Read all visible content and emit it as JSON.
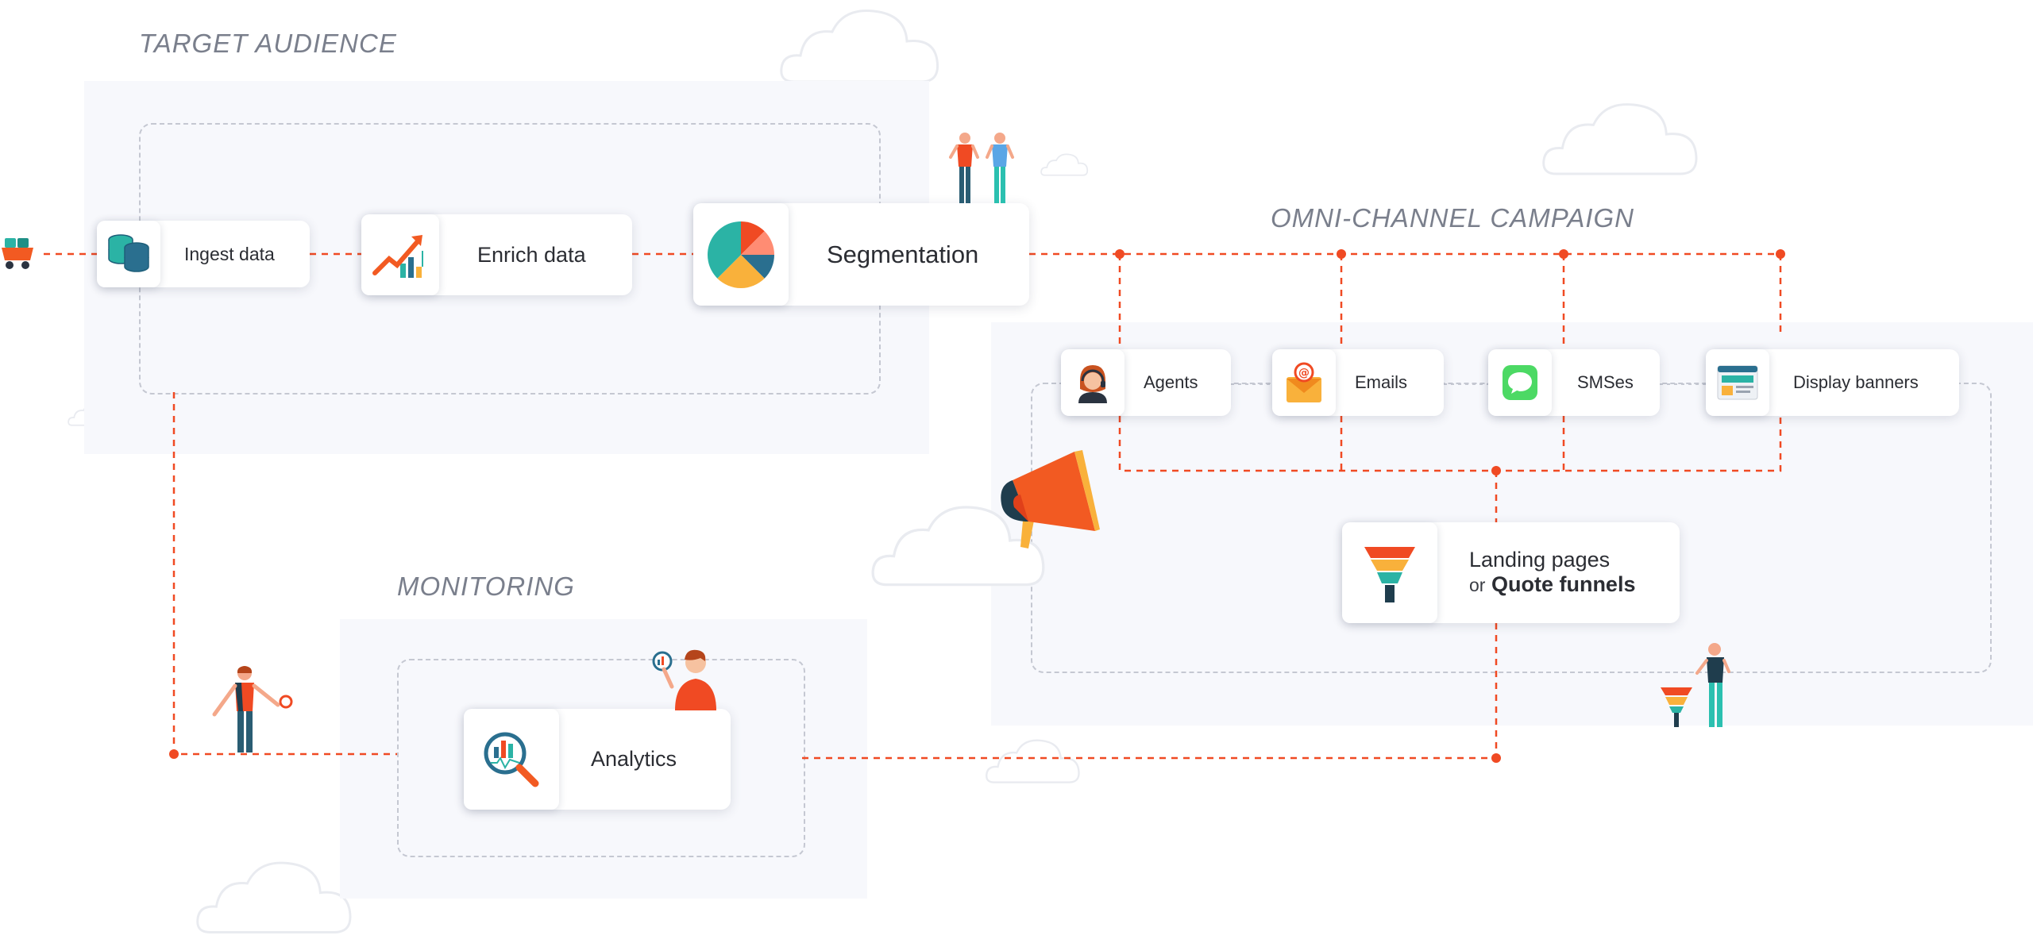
{
  "sections": {
    "target_audience": "TARGET AUDIENCE",
    "omni_channel": "OMNI-CHANNEL CAMPAIGN",
    "monitoring": "MONITORING"
  },
  "nodes": {
    "ingest": "Ingest data",
    "enrich": "Enrich data",
    "segmentation": "Segmentation",
    "agents": "Agents",
    "emails": "Emails",
    "smses": "SMSes",
    "display_banners": "Display banners",
    "landing_line1": "Landing pages",
    "landing_or": "or",
    "landing_line2": "Quote funnels",
    "analytics": "Analytics"
  },
  "colors": {
    "connector": "#f04a23",
    "panel": "#f7f8fc",
    "section_text": "#7a7f8c",
    "accent_teal": "#2bb3a5",
    "accent_orange": "#f25a22",
    "accent_yellow": "#f9b13b"
  }
}
